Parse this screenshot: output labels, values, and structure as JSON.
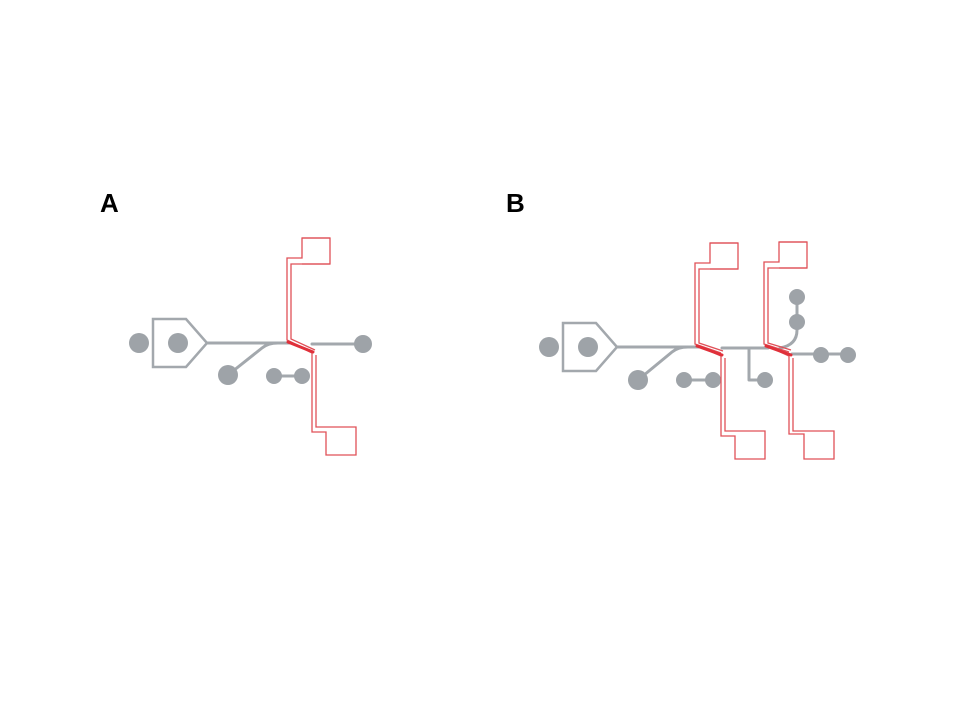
{
  "panels": [
    {
      "label": "A"
    },
    {
      "label": "B"
    }
  ],
  "colors": {
    "channel": "#a3a8ad",
    "port": "#9ea3a8",
    "electrode": "#e0303a",
    "electrode_outline": "#e05058",
    "label": "#000000",
    "background": "#ffffff"
  },
  "device_a": {
    "electrode_pairs": 1
  },
  "device_b": {
    "electrode_pairs": 2
  }
}
